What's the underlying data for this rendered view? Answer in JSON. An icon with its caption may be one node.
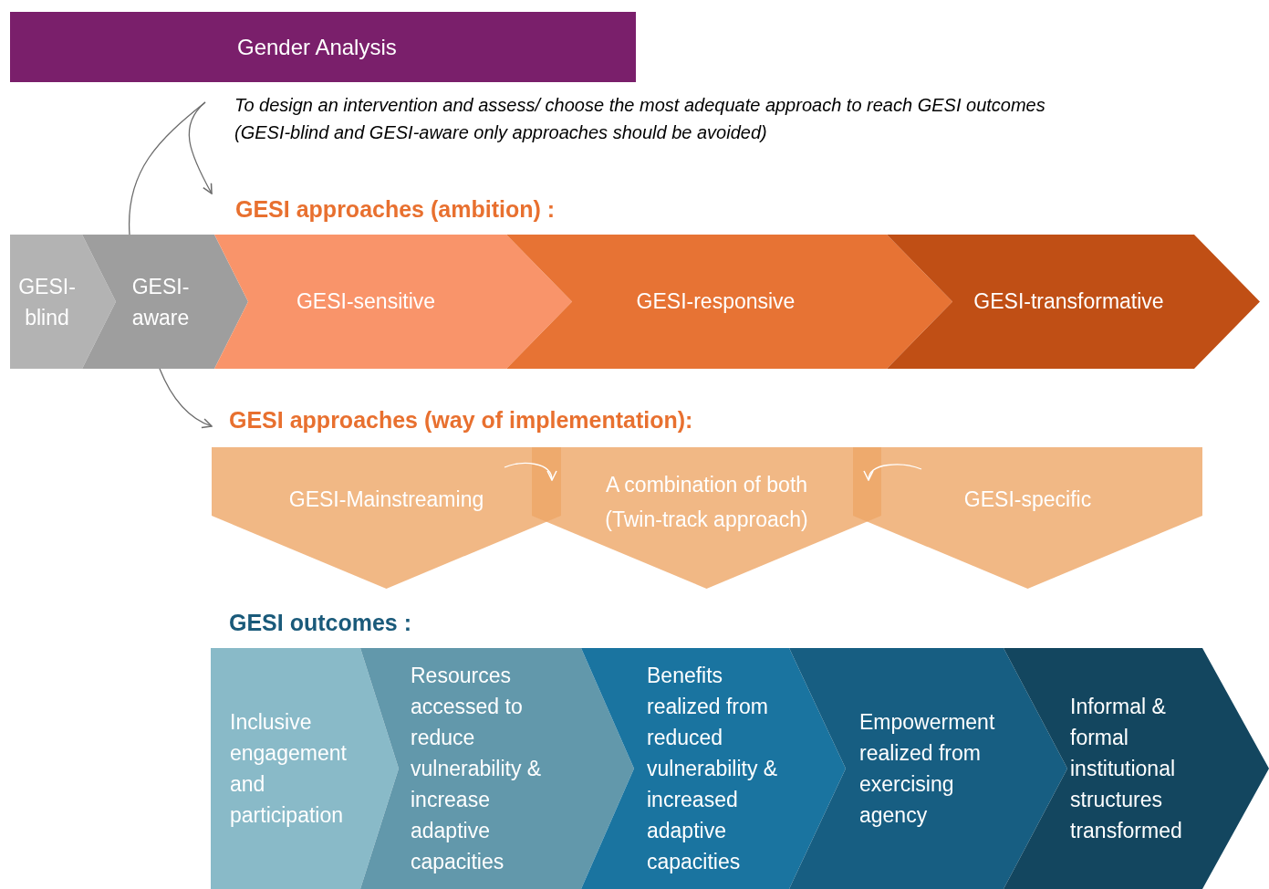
{
  "diagram": {
    "nodes": [
      {
        "text": [
          "Gender Analysis"
        ]
      },
      {
        "text": [
          "To design an intervention and assess/ choose the most adequate approach to reach GESI outcomes",
          "(GESI-blind and GESI-aware only approaches should be avoided)"
        ]
      },
      {
        "text": [
          "GESI approaches (ambition) :"
        ]
      },
      {
        "text": [
          "GESI- blind"
        ]
      },
      {
        "text": [
          "GESI- aware"
        ]
      },
      {
        "text": [
          "GESI-sensitive"
        ]
      },
      {
        "text": [
          "GESI-responsive"
        ]
      },
      {
        "text": [
          "GESI-transformative"
        ]
      },
      {
        "text": [
          "GESI approaches (way of implementation):"
        ]
      },
      {
        "text": [
          "GESI-Mainstreaming"
        ]
      },
      {
        "text": [
          "A combination of both (Twin-track approach)"
        ]
      },
      {
        "text": [
          "GESI-specific"
        ]
      },
      {
        "text": [
          "Inclusive engagement and participation"
        ]
      },
      {
        "text": [
          "Resources accessed to reduce vulnerability & increase adaptive capacities"
        ]
      },
      {
        "text": [
          "Benefits realized from reduced vulnerability & increased adaptive capacities"
        ]
      },
      {
        "text": [
          "Empowerment realized from exercising agency"
        ]
      },
      {
        "text": [
          "Informal & formal institutional structures transformed"
        ]
      }
    ],
    "edges": [
      {
        "from": 1,
        "to": 2,
        "arrow": "to"
      },
      {
        "from": 1,
        "to": 4,
        "arrow": "none"
      },
      {
        "from": 4,
        "to": 8,
        "arrow": "to"
      },
      {
        "from": 9,
        "to": 10,
        "arrow": "to",
        "color": "#ffffff"
      },
      {
        "from": 11,
        "to": 10,
        "arrow": "to",
        "color": "#ffffff"
      }
    ],
    "labels": [
      "GESI outcomes :"
    ]
  }
}
